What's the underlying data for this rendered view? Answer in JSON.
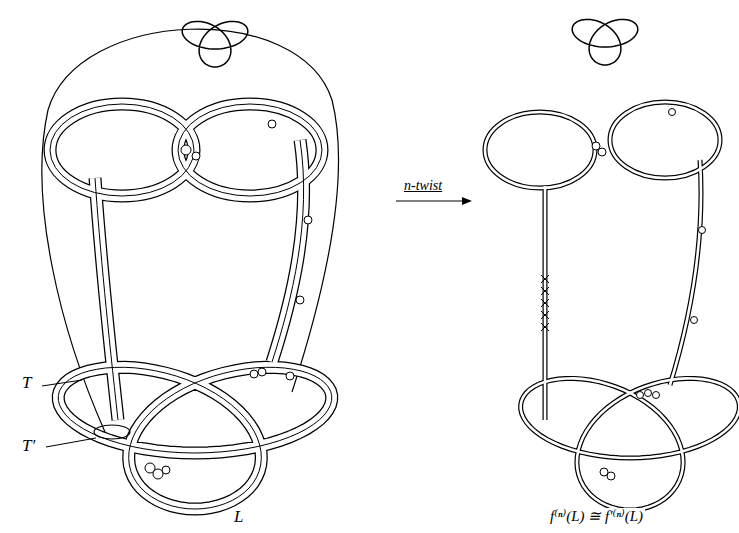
{
  "diagram": {
    "labels": [
      "T",
      "T′",
      "L",
      "n-twist",
      "f⁽ⁿ⁾(L) ≅ f′⁽ⁿ⁾(L)"
    ]
  }
}
